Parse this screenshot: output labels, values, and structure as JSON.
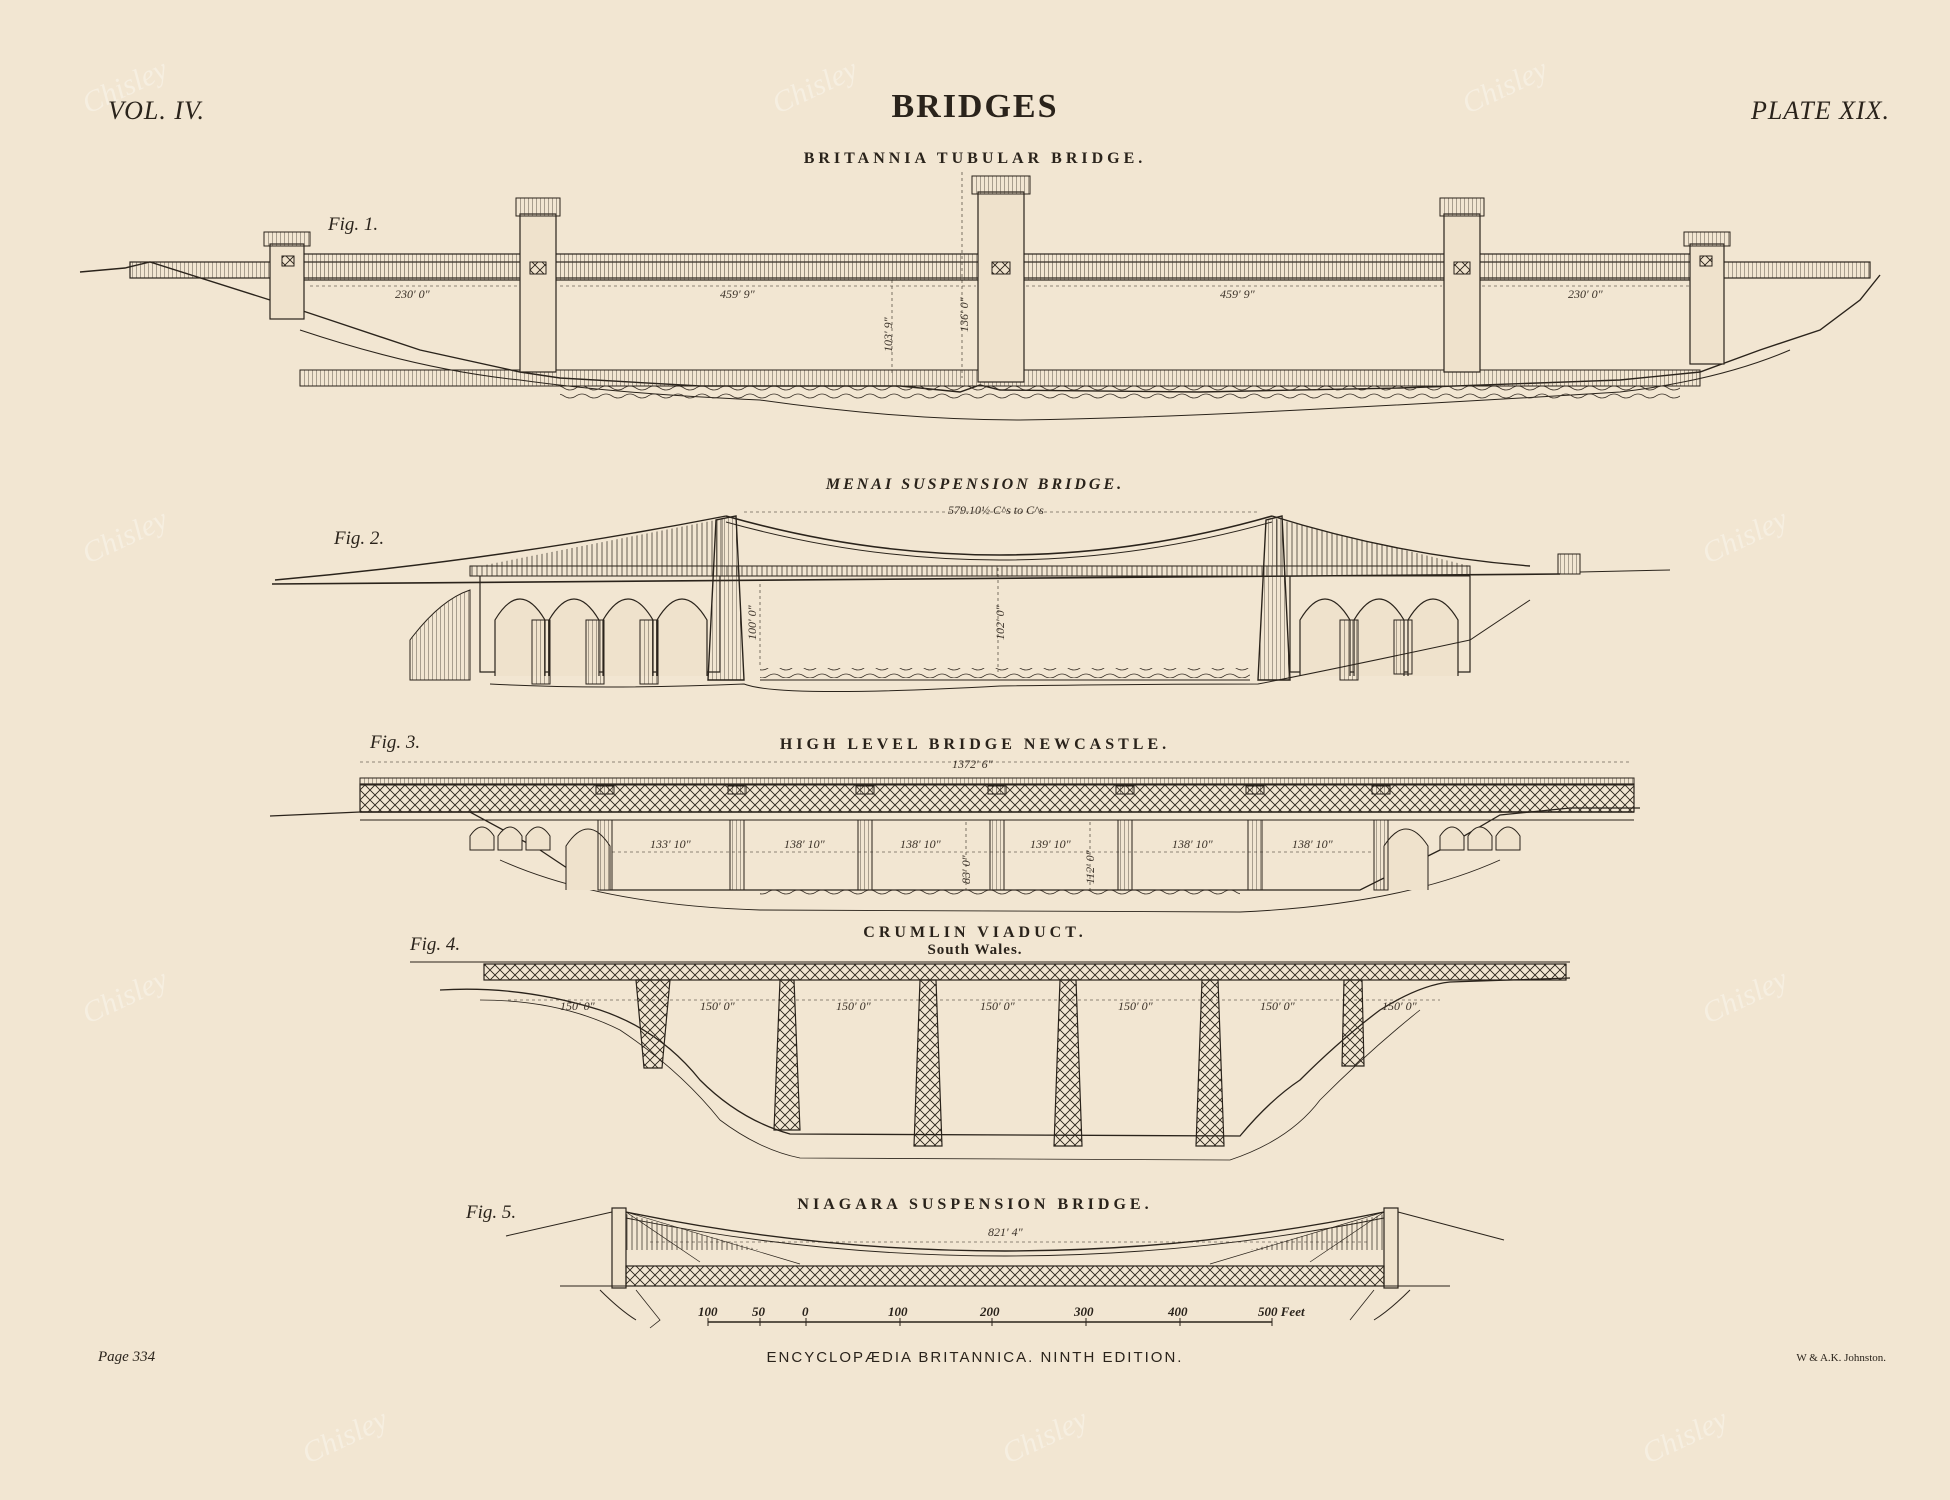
{
  "header": {
    "volume": "VOL. IV.",
    "title": "BRIDGES",
    "plate": "PLATE XIX."
  },
  "figures": [
    {
      "fig": "Fig. 1.",
      "name": "BRITANNIA TUBULAR BRIDGE.",
      "dimensions": [
        "230' 0\"",
        "459' 9\"",
        "103' 9\"",
        "136' 0\"",
        "459' 9\"",
        "230' 0\""
      ]
    },
    {
      "fig": "Fig. 2.",
      "name": "MENAI SUSPENSION BRIDGE.",
      "dimensions": [
        "579.10½ C^s to C^s",
        "100' 0\"",
        "102' 0\""
      ]
    },
    {
      "fig": "Fig. 3.",
      "name": "HIGH LEVEL BRIDGE NEWCASTLE.",
      "dimensions": [
        "1372' 6\"",
        "133' 10\"",
        "138' 10\"",
        "138' 10\"",
        "83' 0\"",
        "139' 10\"",
        "112' 0\"",
        "138' 10\"",
        "138' 10\""
      ]
    },
    {
      "fig": "Fig. 4.",
      "name": "CRUMLIN VIADUCT.",
      "subtitle": "South Wales.",
      "dimensions": [
        "150' 0\"",
        "150' 0\"",
        "150' 0\"",
        "150' 0\"",
        "150' 0\"",
        "150' 0\"",
        "150' 0\""
      ]
    },
    {
      "fig": "Fig. 5.",
      "name": "NIAGARA SUSPENSION BRIDGE.",
      "dimensions": [
        "821' 4\""
      ]
    }
  ],
  "scale": {
    "labels": [
      "100",
      "50",
      "0",
      "100",
      "200",
      "300",
      "400",
      "500 Feet"
    ]
  },
  "footer": {
    "page": "Page 334",
    "edition": "ENCYCLOPÆDIA BRITANNICA. NINTH EDITION.",
    "engraver": "W & A.K. Johnston."
  },
  "watermark": "Chisley",
  "colors": {
    "paper": "#f2e6d2",
    "ink": "#2a231b"
  }
}
